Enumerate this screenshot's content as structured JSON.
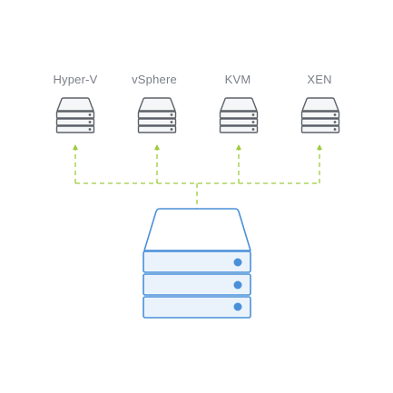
{
  "diagram": {
    "hypervisors": [
      {
        "label": "Hyper-V",
        "icon": "server-icon"
      },
      {
        "label": "vSphere",
        "icon": "server-icon"
      },
      {
        "label": "KVM",
        "icon": "server-icon"
      },
      {
        "label": "XEN",
        "icon": "server-icon"
      }
    ],
    "central": {
      "icon": "storage-server-icon"
    },
    "colors": {
      "label": "#7a7f85",
      "small_server_stroke": "#5d6168",
      "small_server_fill": "#f5f6f7",
      "connector": "#9ccc3c",
      "storage_stroke": "#4a90d9",
      "storage_fill": "#ffffff",
      "storage_unit_fill": "#eaf3fc",
      "storage_led": "#4a90d9"
    }
  }
}
